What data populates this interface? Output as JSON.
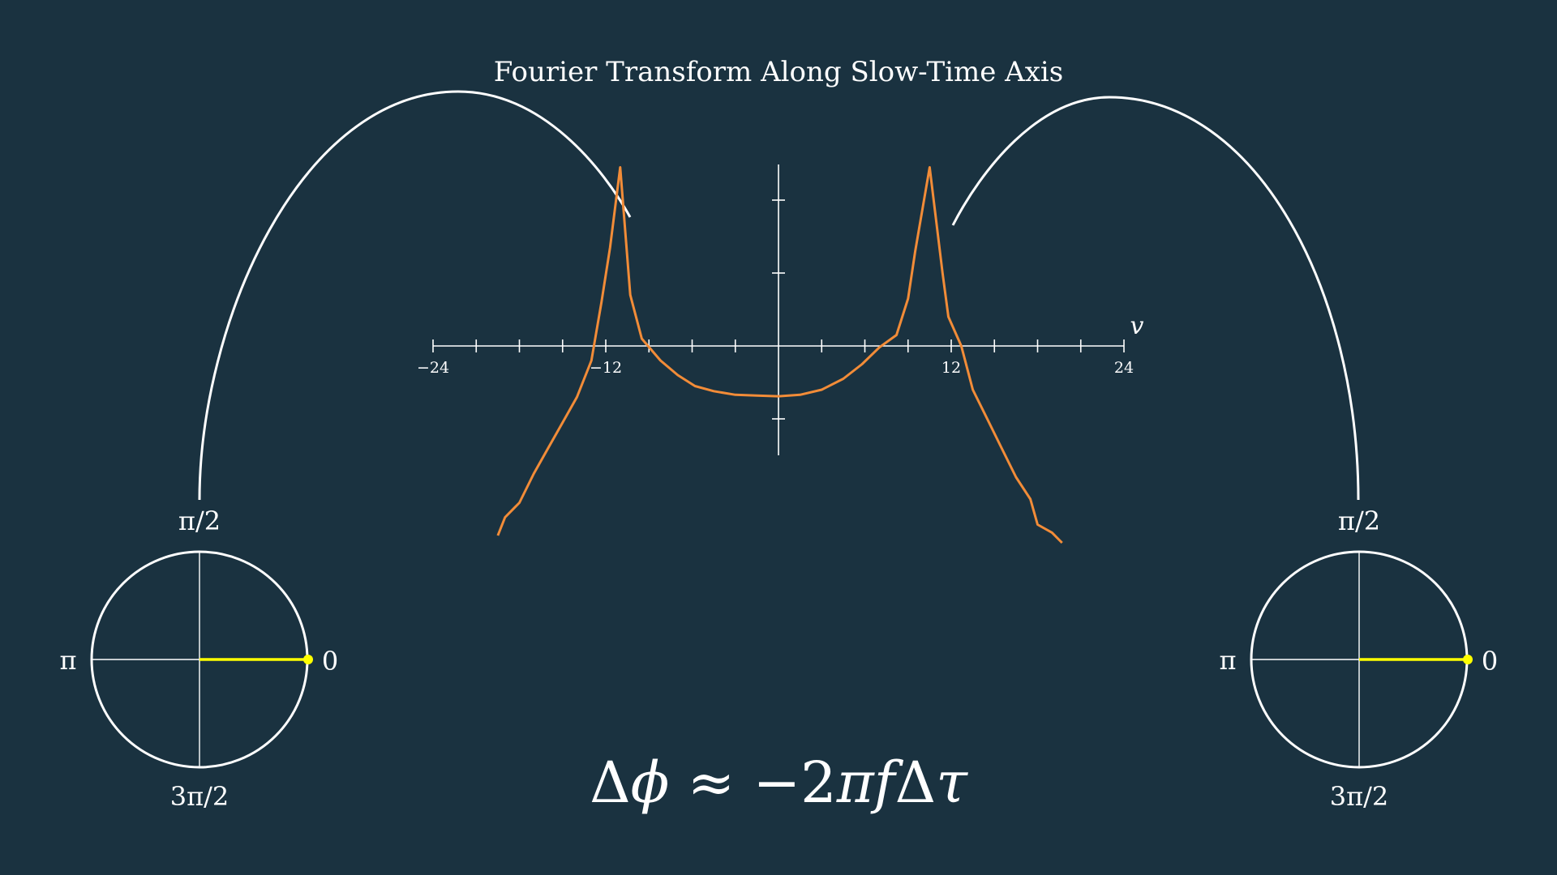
{
  "title": "Fourier Transform Along Slow-Time Axis",
  "colors": {
    "background": "#1a3240",
    "foreground": "#ffffff",
    "spectrum": "#f28c38",
    "phasor": "#ffff00"
  },
  "chart_data": {
    "type": "line",
    "xlabel": "v",
    "xlim": [
      -24,
      24
    ],
    "x_ticks": [
      -24,
      -21,
      -18,
      -15,
      -12,
      -9,
      -6,
      -3,
      3,
      6,
      9,
      12,
      15,
      18,
      21,
      24
    ],
    "x_tick_labels": [
      "−24",
      "−12",
      "12",
      "24"
    ],
    "x_tick_label_values": [
      -24,
      -12,
      12,
      24
    ],
    "y_ticks": [
      -1,
      1,
      2
    ],
    "ylim": [
      -1.5,
      2.5
    ],
    "grid": false,
    "series": [
      {
        "x": [
          -19.5,
          -19.0,
          -18.0,
          -17.0,
          -16.0,
          -15.0,
          -14.0,
          -13.0,
          -12.3,
          -11.7,
          -11.0,
          -10.3,
          -9.5,
          -8.2,
          -7.0,
          -5.8,
          -4.5,
          -3.0,
          -1.5,
          0.0,
          1.5,
          3.0,
          4.5,
          5.8,
          7.0,
          8.2,
          9.0,
          9.5,
          10.5,
          11.4,
          11.8,
          12.7,
          13.5,
          14.5,
          15.5,
          16.5,
          17.5,
          18.0,
          19.0,
          19.7
        ],
        "y": [
          -2.6,
          -2.35,
          -2.15,
          -1.75,
          -1.4,
          -1.05,
          -0.7,
          -0.2,
          0.6,
          1.35,
          2.45,
          0.7,
          0.1,
          -0.2,
          -0.4,
          -0.55,
          -0.62,
          -0.67,
          -0.68,
          -0.69,
          -0.67,
          -0.6,
          -0.45,
          -0.25,
          -0.02,
          0.15,
          0.65,
          1.3,
          2.45,
          1.0,
          0.4,
          0.0,
          -0.6,
          -1.0,
          -1.4,
          -1.8,
          -2.1,
          -2.45,
          -2.56,
          -2.7
        ]
      }
    ]
  },
  "phase_circles": [
    {
      "id": "left",
      "top": "π/2",
      "left": "π",
      "right": "0",
      "bottom": "3π/2",
      "phase_rad": 0
    },
    {
      "id": "right",
      "top": "π/2",
      "left": "π",
      "right": "0",
      "bottom": "3π/2",
      "phase_rad": 0
    }
  ],
  "equation": {
    "delta": "Δ",
    "phi": "ϕ",
    "approx": " ≈ −2",
    "pi": "π",
    "f": "f",
    "delta2": "Δ",
    "tau": "τ"
  }
}
